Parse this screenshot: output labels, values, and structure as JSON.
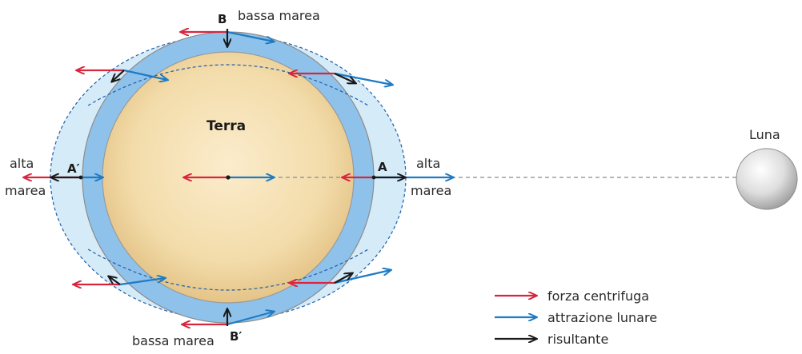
{
  "labels": {
    "terra": "Terra",
    "luna": "Luna",
    "point_a": "A",
    "point_a_prime": "A′",
    "point_b": "B",
    "point_b_prime": "B′",
    "alta": "alta",
    "marea": "marea",
    "bassa_marea": "bassa marea"
  },
  "legend": {
    "centrifugal": "forza centrifuga",
    "lunar_attraction": "attrazione lunare",
    "resultant": "risultante"
  },
  "colors": {
    "centrifugal": "#d8263f",
    "lunar_attraction": "#1e7bc4",
    "resultant": "#1a1a1a",
    "tide_outer": "#d5ebf8",
    "tide_inner": "#8fc2ea",
    "earth": "#f3dcaa"
  }
}
